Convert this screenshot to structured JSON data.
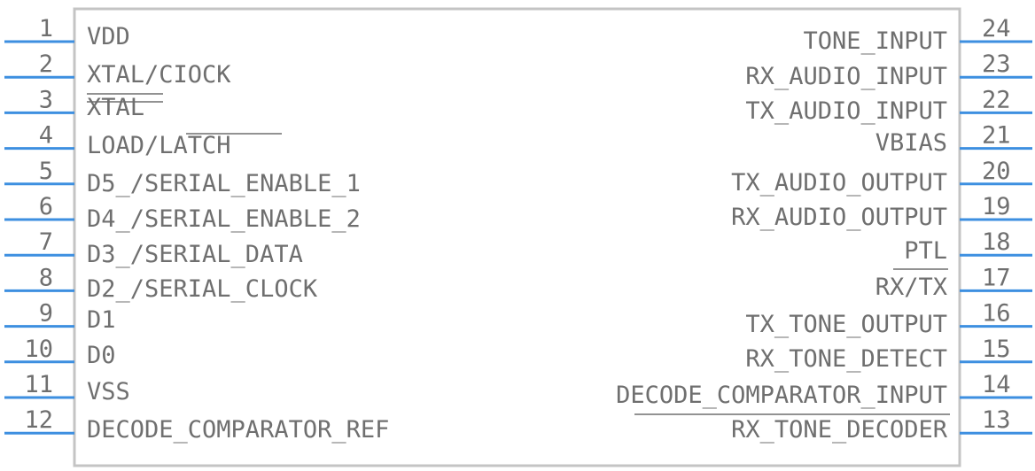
{
  "diagram": {
    "left_pins": [
      {
        "number": "1",
        "label": "VDD"
      },
      {
        "number": "2",
        "label": "XTAL/CIOCK"
      },
      {
        "number": "3",
        "label": "XTAL"
      },
      {
        "number": "4",
        "label": "LOAD/LATCH"
      },
      {
        "number": "5",
        "label": "D5_/SERIAL_ENABLE_1"
      },
      {
        "number": "6",
        "label": "D4_/SERIAL_ENABLE_2"
      },
      {
        "number": "7",
        "label": "D3_/SERIAL_DATA"
      },
      {
        "number": "8",
        "label": "D2_/SERIAL_CLOCK"
      },
      {
        "number": "9",
        "label": "D1"
      },
      {
        "number": "10",
        "label": "D0"
      },
      {
        "number": "11",
        "label": "VSS"
      },
      {
        "number": "12",
        "label": "DECODE_COMPARATOR_REF"
      }
    ],
    "right_pins": [
      {
        "number": "24",
        "label": "TONE_INPUT"
      },
      {
        "number": "23",
        "label": "RX_AUDIO_INPUT"
      },
      {
        "number": "22",
        "label": "TX_AUDIO_INPUT"
      },
      {
        "number": "21",
        "label": "VBIAS"
      },
      {
        "number": "20",
        "label": "TX_AUDIO_OUTPUT"
      },
      {
        "number": "19",
        "label": "RX_AUDIO_OUTPUT"
      },
      {
        "number": "18",
        "label": "PTL"
      },
      {
        "number": "17",
        "label": "RX/TX"
      },
      {
        "number": "16",
        "label": "TX_TONE_OUTPUT"
      },
      {
        "number": "15",
        "label": "RX_TONE_DETECT"
      },
      {
        "number": "14",
        "label": "DECODE_COMPARATOR_INPUT"
      },
      {
        "number": "13",
        "label": "RX_TONE_DECODER"
      }
    ]
  }
}
